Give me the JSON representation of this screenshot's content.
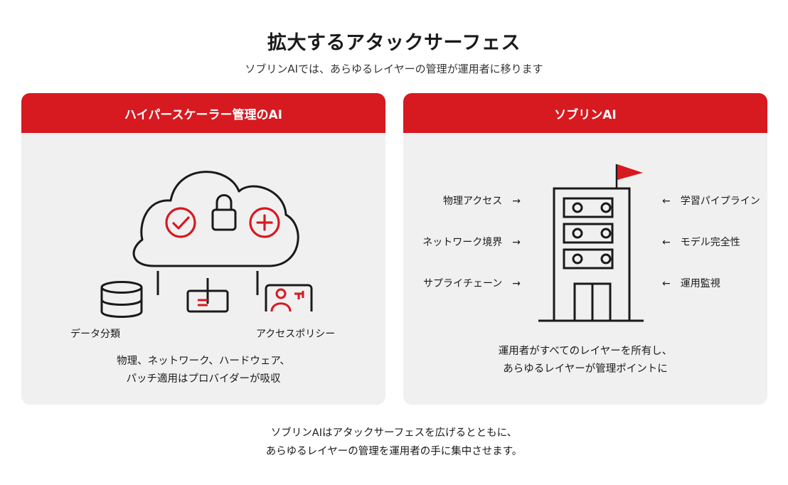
{
  "title": "拡大するアタックサーフェス",
  "subtitle": "ソブリンAIでは、あらゆるレイヤーの管理が運用者に移ります",
  "left_panel": {
    "header": "ハイパースケーラー管理のAI",
    "labels": {
      "data_classification": "データ分類",
      "access_policy": "アクセスポリシー"
    },
    "caption": [
      "物理、ネットワーク、ハードウェア、",
      "パッチ適用はプロバイダーが吸収"
    ]
  },
  "right_panel": {
    "header": "ソブリンAI",
    "left_labels": [
      "物理アクセス　→",
      "ネットワーク境界　→",
      "サプライチェーン　→"
    ],
    "right_labels": [
      "←　学習パイプライン",
      "←　モデル完全性",
      "←　運用監視"
    ],
    "caption": [
      "運用者がすべてのレイヤーを所有し、",
      "あらゆるレイヤーが管理ポイントに"
    ]
  },
  "footer": [
    "ソブリンAIはアタックサーフェスを広げるとともに、",
    "あらゆるレイヤーの管理を運用者の手に集中させます。"
  ],
  "colors": {
    "accent": "#d71920",
    "panel_bg": "#f0f0f0",
    "ink": "#1a1a1a"
  }
}
